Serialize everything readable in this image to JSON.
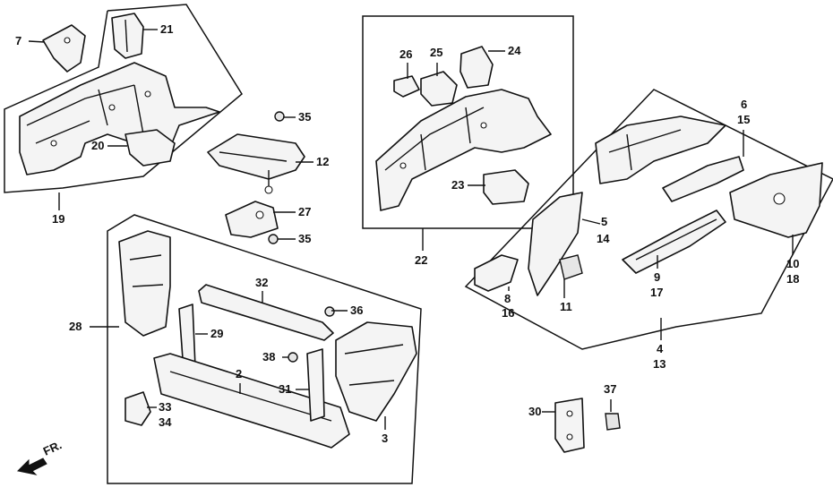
{
  "diagram": {
    "labels": [
      "7",
      "21",
      "35",
      "12",
      "19",
      "20",
      "27",
      "35",
      "26",
      "25",
      "24",
      "23",
      "22",
      "6",
      "15",
      "5",
      "14",
      "8",
      "16",
      "11",
      "9",
      "17",
      "10",
      "18",
      "4",
      "13",
      "32",
      "36",
      "28",
      "29",
      "38",
      "2",
      "31",
      "33",
      "34",
      "3",
      "30",
      "37"
    ],
    "direction_marker": "FR."
  }
}
